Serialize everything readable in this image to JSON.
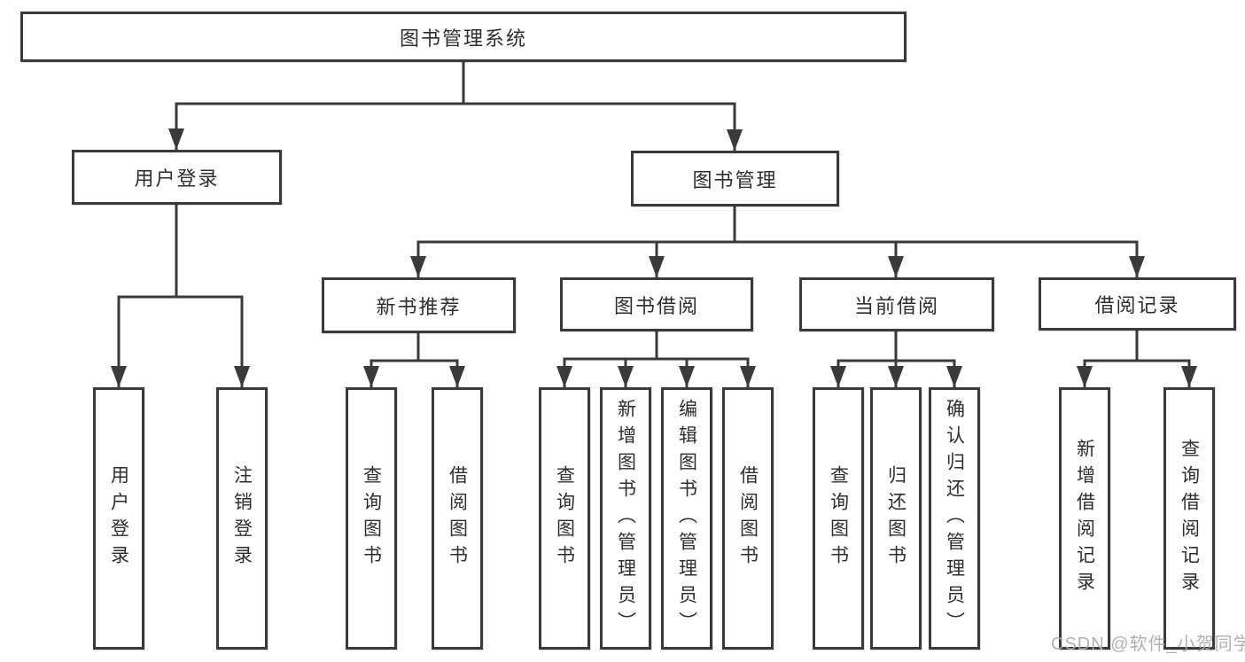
{
  "diagram": {
    "root": {
      "label": "图书管理系统",
      "children": [
        {
          "label": "用户登录",
          "children": [
            {
              "label": "用户登录"
            },
            {
              "label": "注销登录"
            }
          ]
        },
        {
          "label": "图书管理",
          "children": [
            {
              "label": "新书推荐",
              "children": [
                {
                  "label": "查询图书"
                },
                {
                  "label": "借阅图书"
                }
              ]
            },
            {
              "label": "图书借阅",
              "children": [
                {
                  "label": "查询图书"
                },
                {
                  "label": "新增图书（管理员）"
                },
                {
                  "label": "编辑图书（管理员）"
                },
                {
                  "label": "借阅图书"
                }
              ]
            },
            {
              "label": "当前借阅",
              "children": [
                {
                  "label": "查询图书"
                },
                {
                  "label": "归还图书"
                },
                {
                  "label": "确认归还（管理员）"
                }
              ]
            },
            {
              "label": "借阅记录",
              "children": [
                {
                  "label": "新增借阅记录"
                },
                {
                  "label": "查询借阅记录"
                }
              ]
            }
          ]
        }
      ]
    },
    "watermark": "CSDN @软件_小贺同学",
    "colors": {
      "line": "#3a3a3a",
      "box_background": "#ffffff",
      "text": "#2e2e2e",
      "watermark": "#aaaaaa"
    }
  }
}
